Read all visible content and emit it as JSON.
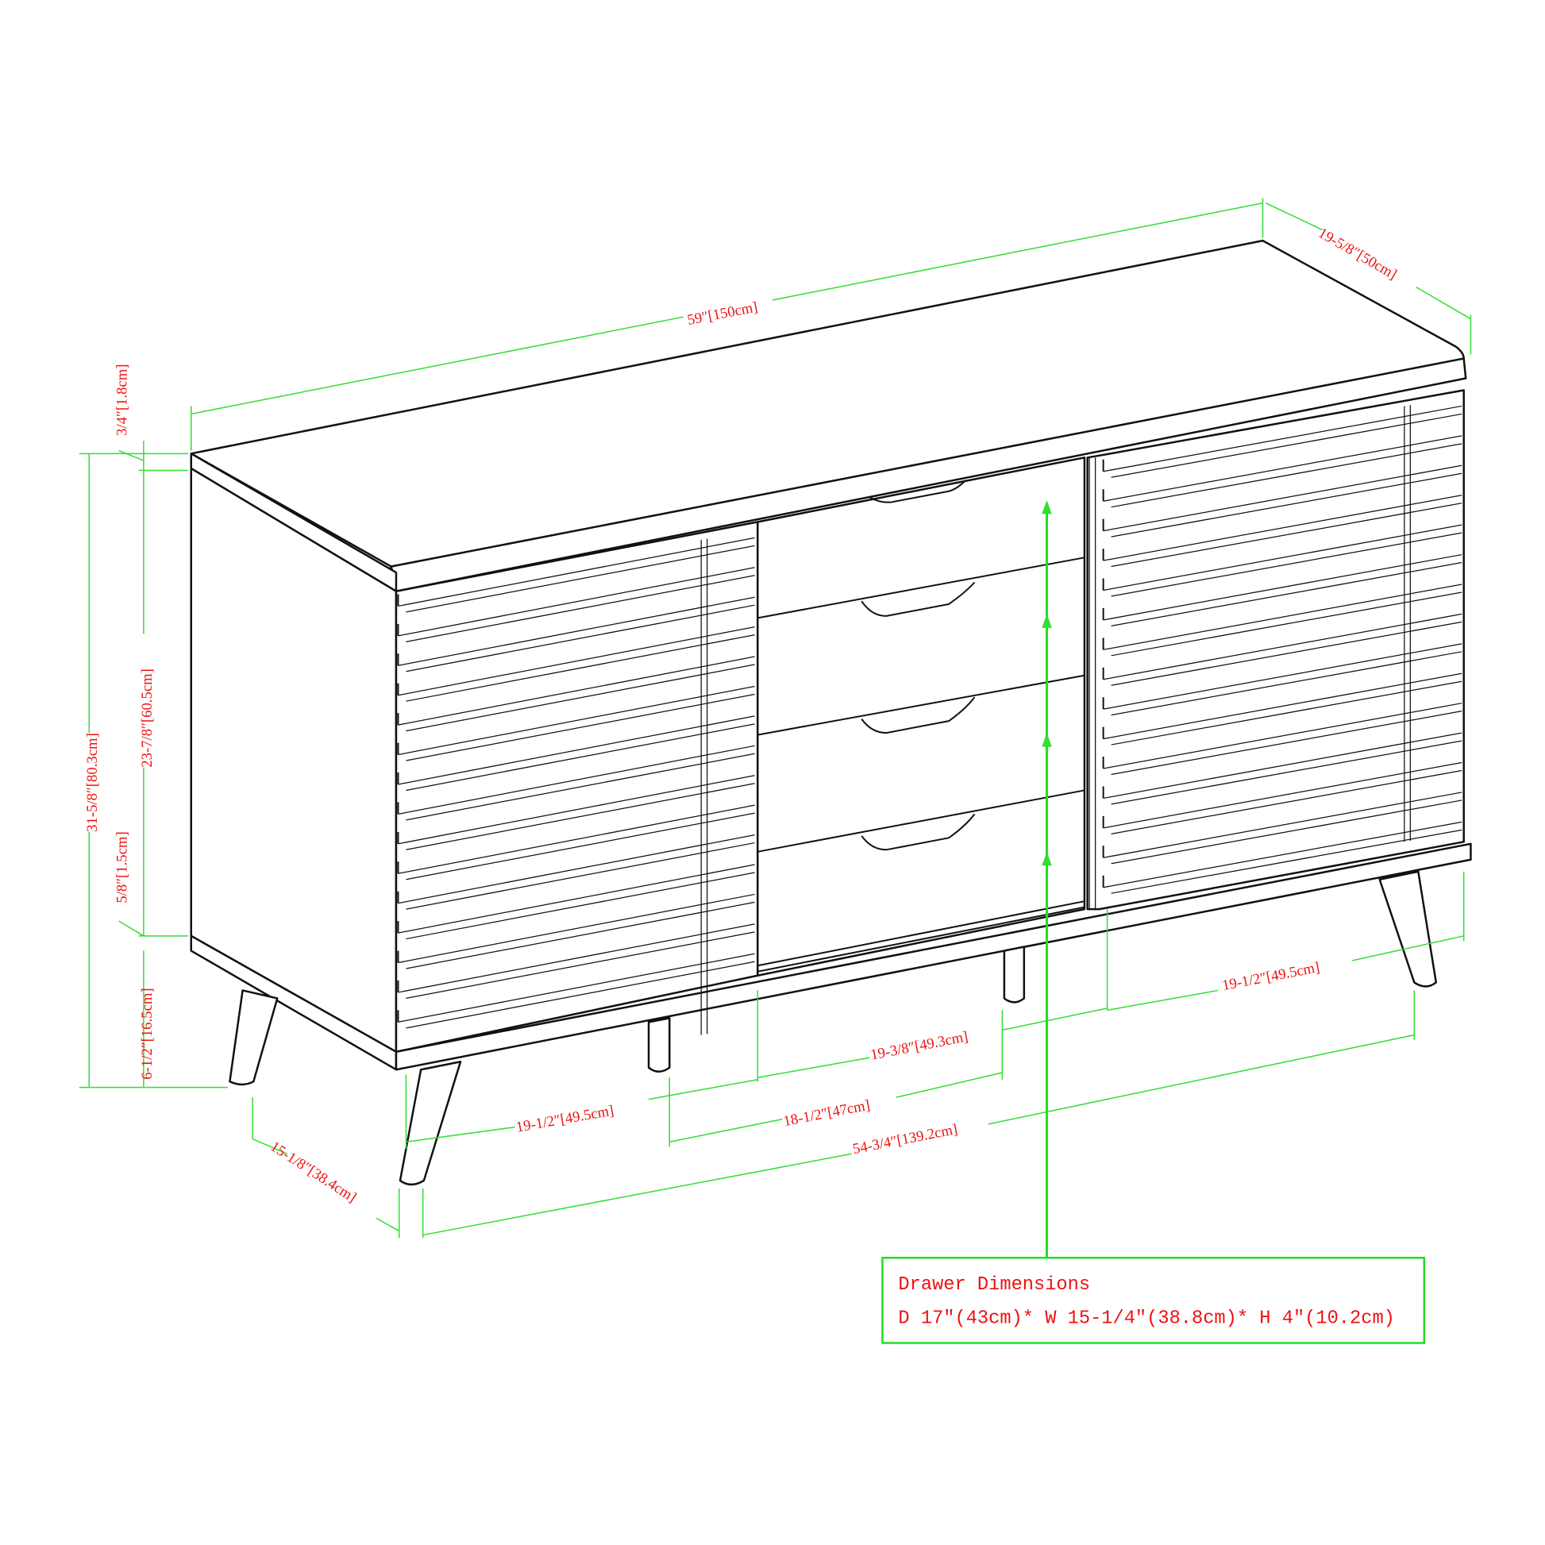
{
  "diagram": {
    "type": "furniture-dimension-drawing",
    "subject": "Sideboard with slatted doors and 4 drawers"
  },
  "dimensions": {
    "overall_width": "59″[150cm]",
    "overall_depth": "19-5/8″[50cm]",
    "top_thickness": "3/4″[1.8cm]",
    "overall_height": "31-5/8″[80.3cm]",
    "body_height": "23-7/8″[60.5cm]",
    "base_thickness": "5/8″[1.5cm]",
    "leg_height": "6-1/2″[16.5cm]",
    "leg_depth_spacing": "15-1/8″[38.4cm]",
    "left_door_width": "19-1/2″[49.5cm]",
    "leg_inner_spacing": "18-1/2″[47cm]",
    "leg_outer_spacing": "54-3/4″[139.2cm]",
    "drawer_section_width": "19-3/8″[49.3cm]",
    "right_door_width": "19-1/2″[49.5cm]"
  },
  "drawer_box": {
    "title": "Drawer Dimensions",
    "spec": "D 17″(43cm)* W 15-1/4″(38.8cm)* H 4″(10.2cm)"
  },
  "colors": {
    "dimension_line": "#33dd33",
    "label_text": "#ee1111",
    "outline": "#111111",
    "background": "#ffffff"
  }
}
